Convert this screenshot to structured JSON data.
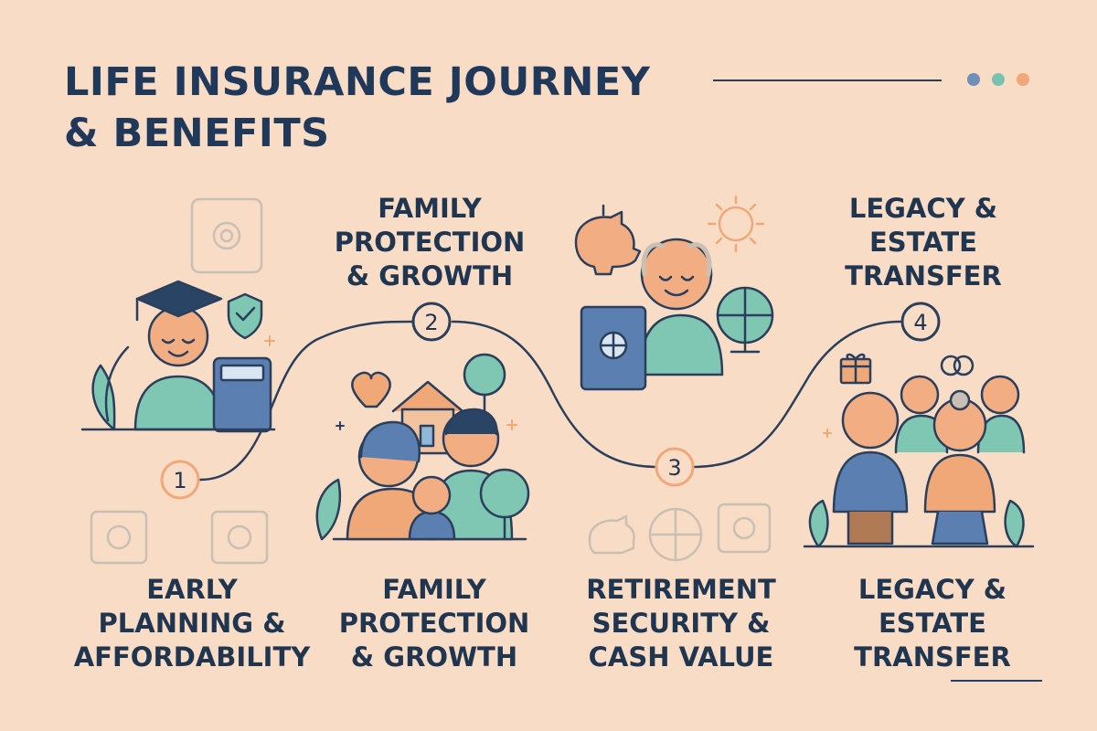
{
  "title": {
    "line1": "LIFE INSURANCE JOURNEY",
    "line2": "& BENEFITS"
  },
  "header_dots": [
    "#6d8fb8",
    "#79c2b0",
    "#f0a878"
  ],
  "steps": [
    {
      "number": "1",
      "bottom_label": [
        "EARLY",
        "PLANNING &",
        "AFFORDABILITY"
      ]
    },
    {
      "number": "2",
      "top_label": [
        "FAMILY",
        "PROTECTION",
        "& GROWTH"
      ],
      "bottom_label": [
        "FAMILY",
        "PROTECTION",
        "& GROWTH"
      ]
    },
    {
      "number": "3",
      "bottom_label": [
        "RETIREMENT",
        "SECURITY &",
        "CASH VALUE"
      ]
    },
    {
      "number": "4",
      "top_label": [
        "LEGACY &",
        "ESTATE",
        "TRANSFER"
      ],
      "bottom_label": [
        "LEGACY &",
        "ESTATE",
        "TRANSFER"
      ]
    }
  ],
  "colors": {
    "background": "#f8dcc6",
    "navy": "#20395a",
    "teal": "#7fc6b3",
    "orange": "#f0a878",
    "blue": "#5a7fb0"
  }
}
